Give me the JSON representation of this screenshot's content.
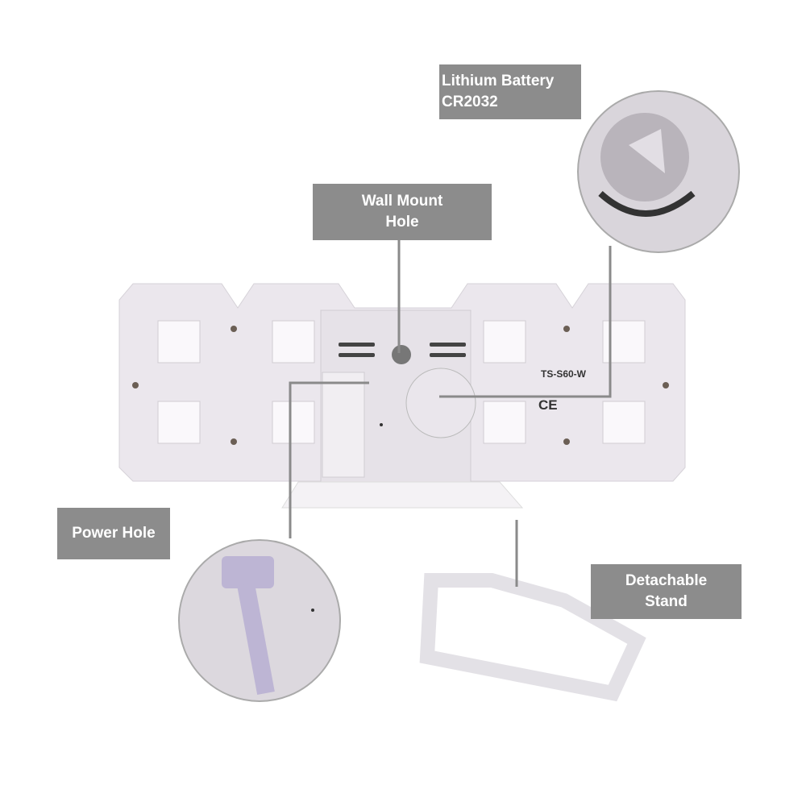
{
  "labels": {
    "battery": {
      "line1": "Lithium Battery",
      "line2": "CR2032"
    },
    "wall_mount": {
      "line1": "Wall Mount",
      "line2": "Hole"
    },
    "power": {
      "line1": "Power Hole"
    },
    "stand": {
      "line1": "Detachable",
      "line2": "Stand"
    }
  },
  "product": {
    "model": "TS-S60-W",
    "mark": "CE"
  },
  "colors": {
    "label_bg": "#8c8c8c",
    "body": "#ece8ee",
    "line": "#8a8a8a"
  }
}
